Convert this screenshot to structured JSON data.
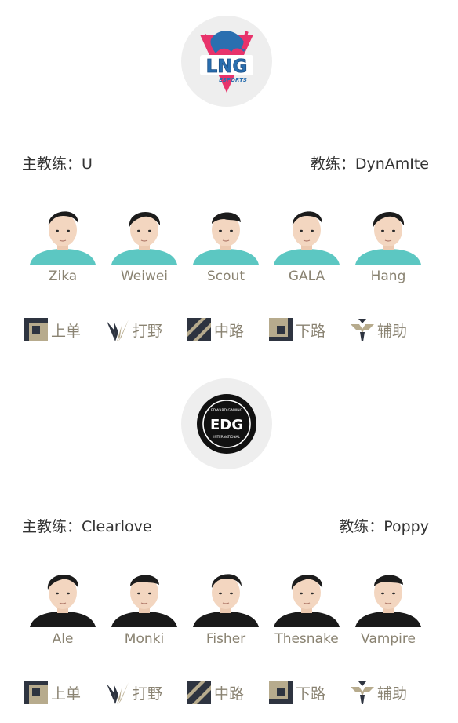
{
  "teams": [
    {
      "logo": {
        "text": "LNG",
        "subtext": "ESPORTS",
        "icon": "lng-dragon-logo",
        "color": "#2a6fb0",
        "accent": "#e8336b"
      },
      "head_coach": "主教练：U",
      "coach": "教练：DynAmIte",
      "jersey_color": "#5cc7c2",
      "players": [
        "Zika",
        "Weiwei",
        "Scout",
        "GALA",
        "Hang"
      ]
    },
    {
      "logo": {
        "text": "EDG",
        "top_text": "EDWARD GAMING",
        "bottom_text": "INTERNATIONAL",
        "icon": "edg-logo",
        "color": "#111111"
      },
      "head_coach": "主教练：Clearlove",
      "coach": "教练：Poppy",
      "jersey_color": "#1a1a1a",
      "players": [
        "Ale",
        "Monki",
        "Fisher",
        "Thesnake",
        "Vampire"
      ]
    }
  ],
  "roles": [
    {
      "label": "上单",
      "icon": "top-lane-icon"
    },
    {
      "label": "打野",
      "icon": "jungle-icon"
    },
    {
      "label": "中路",
      "icon": "mid-lane-icon"
    },
    {
      "label": "下路",
      "icon": "bot-lane-icon"
    },
    {
      "label": "辅助",
      "icon": "support-icon"
    }
  ],
  "colors": {
    "gold": "#8a8372",
    "icon_dark": "#2e3440",
    "icon_gold": "#b7ab8d",
    "circle_bg": "#eeeeee"
  }
}
